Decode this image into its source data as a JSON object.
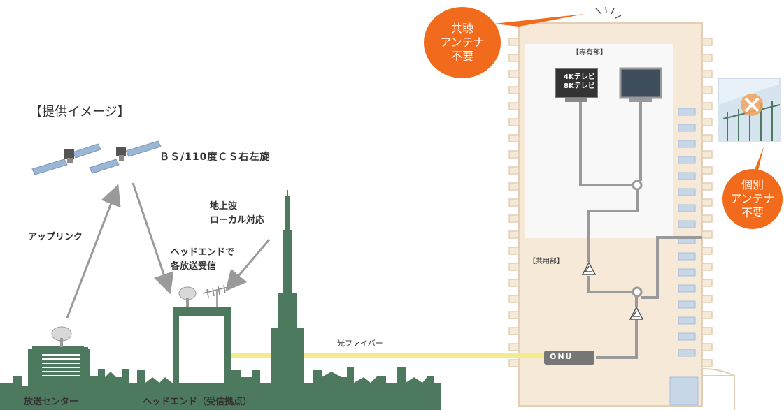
{
  "title": "【提供イメージ】",
  "satellite_label": "ＢＳ/110度ＣＳ右左旋",
  "uplink_label": "アップリンク",
  "terrestrial_label": [
    "地上波",
    "ローカル対応"
  ],
  "headend_receive_label": [
    "ヘッドエンドで",
    "各放送受信"
  ],
  "fiber_label": "光ファイバー",
  "broadcast_center_label": "放送センター",
  "headend_label": "ヘッドエンド（受信拠点）",
  "onu_label": "ONU",
  "private_area_label": "【専有部】",
  "common_area_label": "【共用部】",
  "tv_4k8k_label": [
    "4Kテレビ",
    "8Kテレビ"
  ],
  "bubble_shared": [
    "共聴",
    "アンテナ",
    "不要"
  ],
  "bubble_individual": [
    "個別",
    "アンテナ",
    "不要"
  ],
  "colors": {
    "accent_orange": "#f26b1d",
    "skyline_green": "#4d7a5f",
    "fiber_yellow": "#f2ec8a",
    "building_beige": "#f6e9d8",
    "arrow_gray": "#9a9a9a"
  }
}
